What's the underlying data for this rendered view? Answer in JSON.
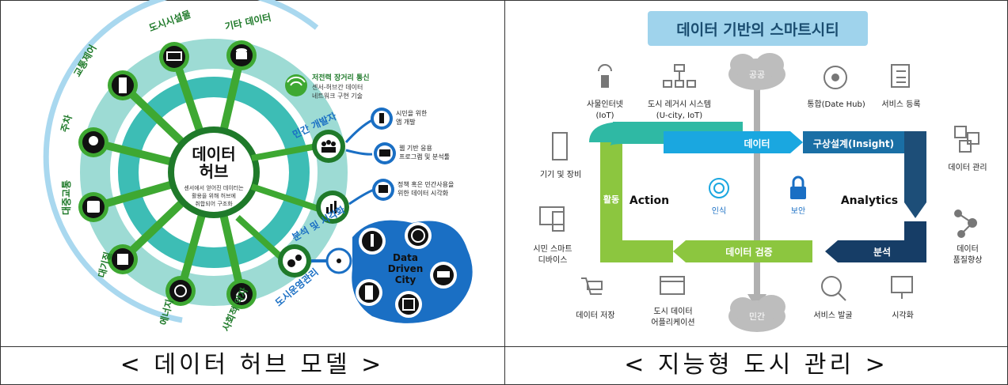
{
  "left": {
    "hub": {
      "title_line1": "데이터",
      "title_line2": "허브",
      "desc_line1": "센서에서 얻어진 데이터는",
      "desc_line2": "활용을 위해 허브에",
      "desc_line3": "취합되어 구조화"
    },
    "spokes": {
      "infra": "도시시설물",
      "other": "기타 데이터",
      "traffic": "교통제어",
      "parking": "주차",
      "transit": "대중교통",
      "air": "대기질",
      "energy": "에너지",
      "welfare": "사회적 약자",
      "dev": "민간 개발자",
      "viz": "분석 및 시각화",
      "ops": "도시운영관리"
    },
    "lpwa": {
      "title": "저전력 장거리 통신",
      "line1": "센서-허브간 데이터",
      "line2": "네트워크 구현 기술"
    },
    "outputs": {
      "app1": "시민을 위한",
      "app2": "앱 개발",
      "web1": "웹 기반 응용",
      "web2": "프로그램 및 분석툴",
      "vz1": "정책 혹은 민간사용을",
      "vz2": "위한 데이터 시각화"
    },
    "ddc": {
      "l1": "Data",
      "l2": "Driven",
      "l3": "City"
    },
    "caption": "< 데이터 허브 모델 >"
  },
  "right": {
    "title": "데이터 기반의 스마트시티",
    "public": "공공",
    "private": "민간",
    "cycle": {
      "data": "데이터",
      "design": "구상설계(Insight)",
      "analysis": "분석",
      "verify": "데이터 검증",
      "use": "활동",
      "action": "Action",
      "analytics": "Analytics",
      "recognize": "인식",
      "security": "보안"
    },
    "items": {
      "iot1": "사물인터넷",
      "iot2": "(IoT)",
      "legacy1": "도시 레거시 시스템",
      "legacy2": "(U-city, IoT)",
      "hub": "통합(Date Hub)",
      "service_reg": "서비스 등록",
      "device": "기기 및 장비",
      "data_mgmt": "데이터 관리",
      "citizen1": "시민 스마트",
      "citizen2": "디바이스",
      "quality1": "데이터",
      "quality2": "품질향상",
      "storage": "데이터 저장",
      "app1": "도시 데이터",
      "app2": "어플리케이션",
      "discover": "서비스 발굴",
      "visual": "시각화"
    },
    "caption": "< 지능형 도시 관리 >"
  },
  "colors": {
    "green": "#3ea832",
    "darkgreen": "#1f7a2a",
    "teal": "#26b3b0",
    "lightblue": "#9fd3ec",
    "blue": "#1a6fc4",
    "navy": "#163d66",
    "cyan": "#1aa7e0",
    "lime": "#8cc63f"
  }
}
